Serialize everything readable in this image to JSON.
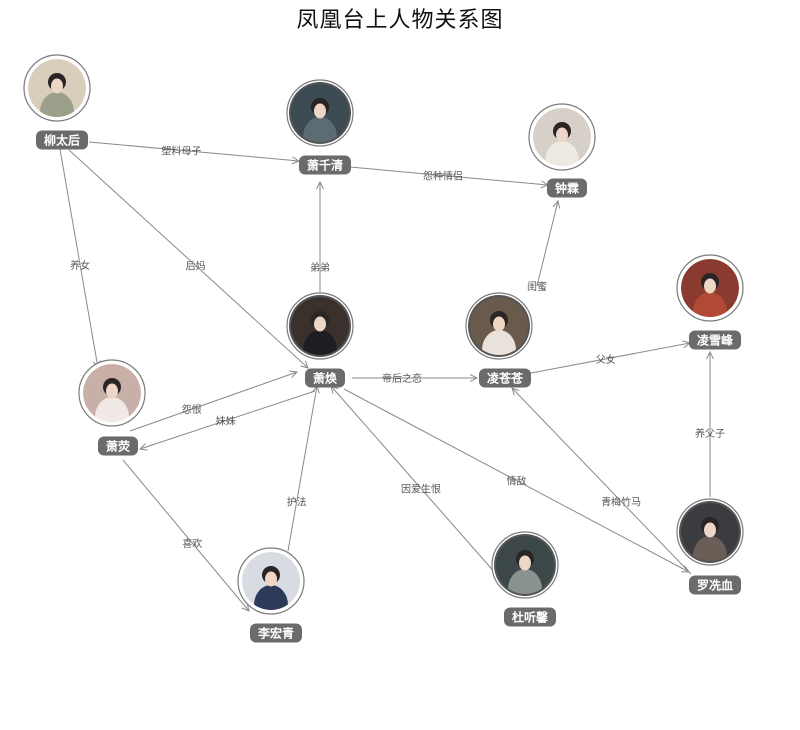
{
  "title": "凤凰台上人物关系图",
  "nodes": [
    {
      "id": "liu",
      "name": "柳太后",
      "ring": "light",
      "bg": "#d9cdbc",
      "fg": "#9aa08a"
    },
    {
      "id": "xqq",
      "name": "萧千清",
      "ring": "dark",
      "bg": "#3c4a52",
      "fg": "#5d6c73"
    },
    {
      "id": "zhong",
      "name": "钟霖",
      "ring": "light",
      "bg": "#d6d0c8",
      "fg": "#eeeae2"
    },
    {
      "id": "xh",
      "name": "萧焕",
      "ring": "dark",
      "bg": "#3a302c",
      "fg": "#1e1e22"
    },
    {
      "id": "lcc",
      "name": "凌苍苍",
      "ring": "dark",
      "bg": "#6a5a4c",
      "fg": "#e8e2da"
    },
    {
      "id": "lxf",
      "name": "凌雪峰",
      "ring": "light",
      "bg": "#8a3a2e",
      "fg": "#b04a34"
    },
    {
      "id": "xy",
      "name": "萧荧",
      "ring": "light",
      "bg": "#c8b0a8",
      "fg": "#f0e8e4"
    },
    {
      "id": "lhq",
      "name": "李宏青",
      "ring": "light",
      "bg": "#d8dce2",
      "fg": "#2e3a5a"
    },
    {
      "id": "dtx",
      "name": "杜听馨",
      "ring": "dark",
      "bg": "#3c4848",
      "fg": "#8a9290"
    },
    {
      "id": "lxx",
      "name": "罗冼血",
      "ring": "dark",
      "bg": "#3a3c40",
      "fg": "#6a5e56"
    }
  ],
  "edges": [
    {
      "from": "liu",
      "to": "xqq",
      "label": "塑料母子"
    },
    {
      "from": "xqq",
      "to": "zhong",
      "label": "怨种情侣"
    },
    {
      "from": "liu",
      "to": "xh",
      "label": "后妈"
    },
    {
      "from": "liu",
      "to": "xy",
      "label": "养女"
    },
    {
      "from": "xh",
      "to": "xqq",
      "label": "弟弟"
    },
    {
      "from": "lcc",
      "to": "zhong",
      "label": "闺蜜"
    },
    {
      "from": "xh",
      "to": "lcc",
      "label": "帝后之恋"
    },
    {
      "from": "lcc",
      "to": "lxf",
      "label": "父女"
    },
    {
      "from": "xy",
      "to": "xh",
      "label": "怨恨"
    },
    {
      "from": "xh",
      "to": "xy",
      "label": "妹妹"
    },
    {
      "from": "xy",
      "to": "lhq",
      "label": "喜欢"
    },
    {
      "from": "lhq",
      "to": "xh",
      "label": "护法"
    },
    {
      "from": "dtx",
      "to": "xh",
      "label": "因爱生恨"
    },
    {
      "from": "xh",
      "to": "lxx",
      "label": "情敌"
    },
    {
      "from": "lxx",
      "to": "lcc",
      "label": "青梅竹马"
    },
    {
      "from": "lxx",
      "to": "lxf",
      "label": "养父子"
    }
  ]
}
